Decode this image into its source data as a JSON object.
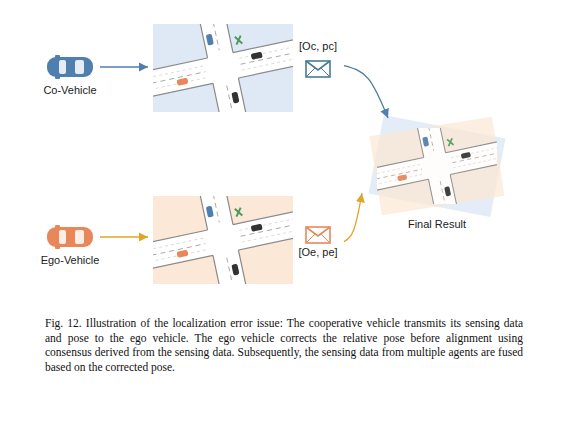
{
  "diagram": {
    "caption": "Fig. 12. Illustration of the localization error issue: The cooperative vehicle transmits its sensing data and pose to the ego vehicle. The ego vehicle corrects the relative pose before alignment using consensus derived from the sensing data. Subsequently, the sensing data from multiple agents are fused based on the corrected pose.",
    "nodes": [
      {
        "text": [
          "Co-Vehicle"
        ]
      },
      {
        "text": [
          "[Oc, pc]"
        ]
      },
      {
        "text": [
          "Ego-Vehicle"
        ]
      },
      {
        "text": [
          "[Oe, pe]"
        ]
      },
      {
        "text": [
          "Final Result"
        ]
      }
    ],
    "edges": [
      {
        "from": 1,
        "to": 4,
        "arrow": "to"
      },
      {
        "from": 3,
        "to": 4,
        "arrow": "to"
      }
    ]
  }
}
